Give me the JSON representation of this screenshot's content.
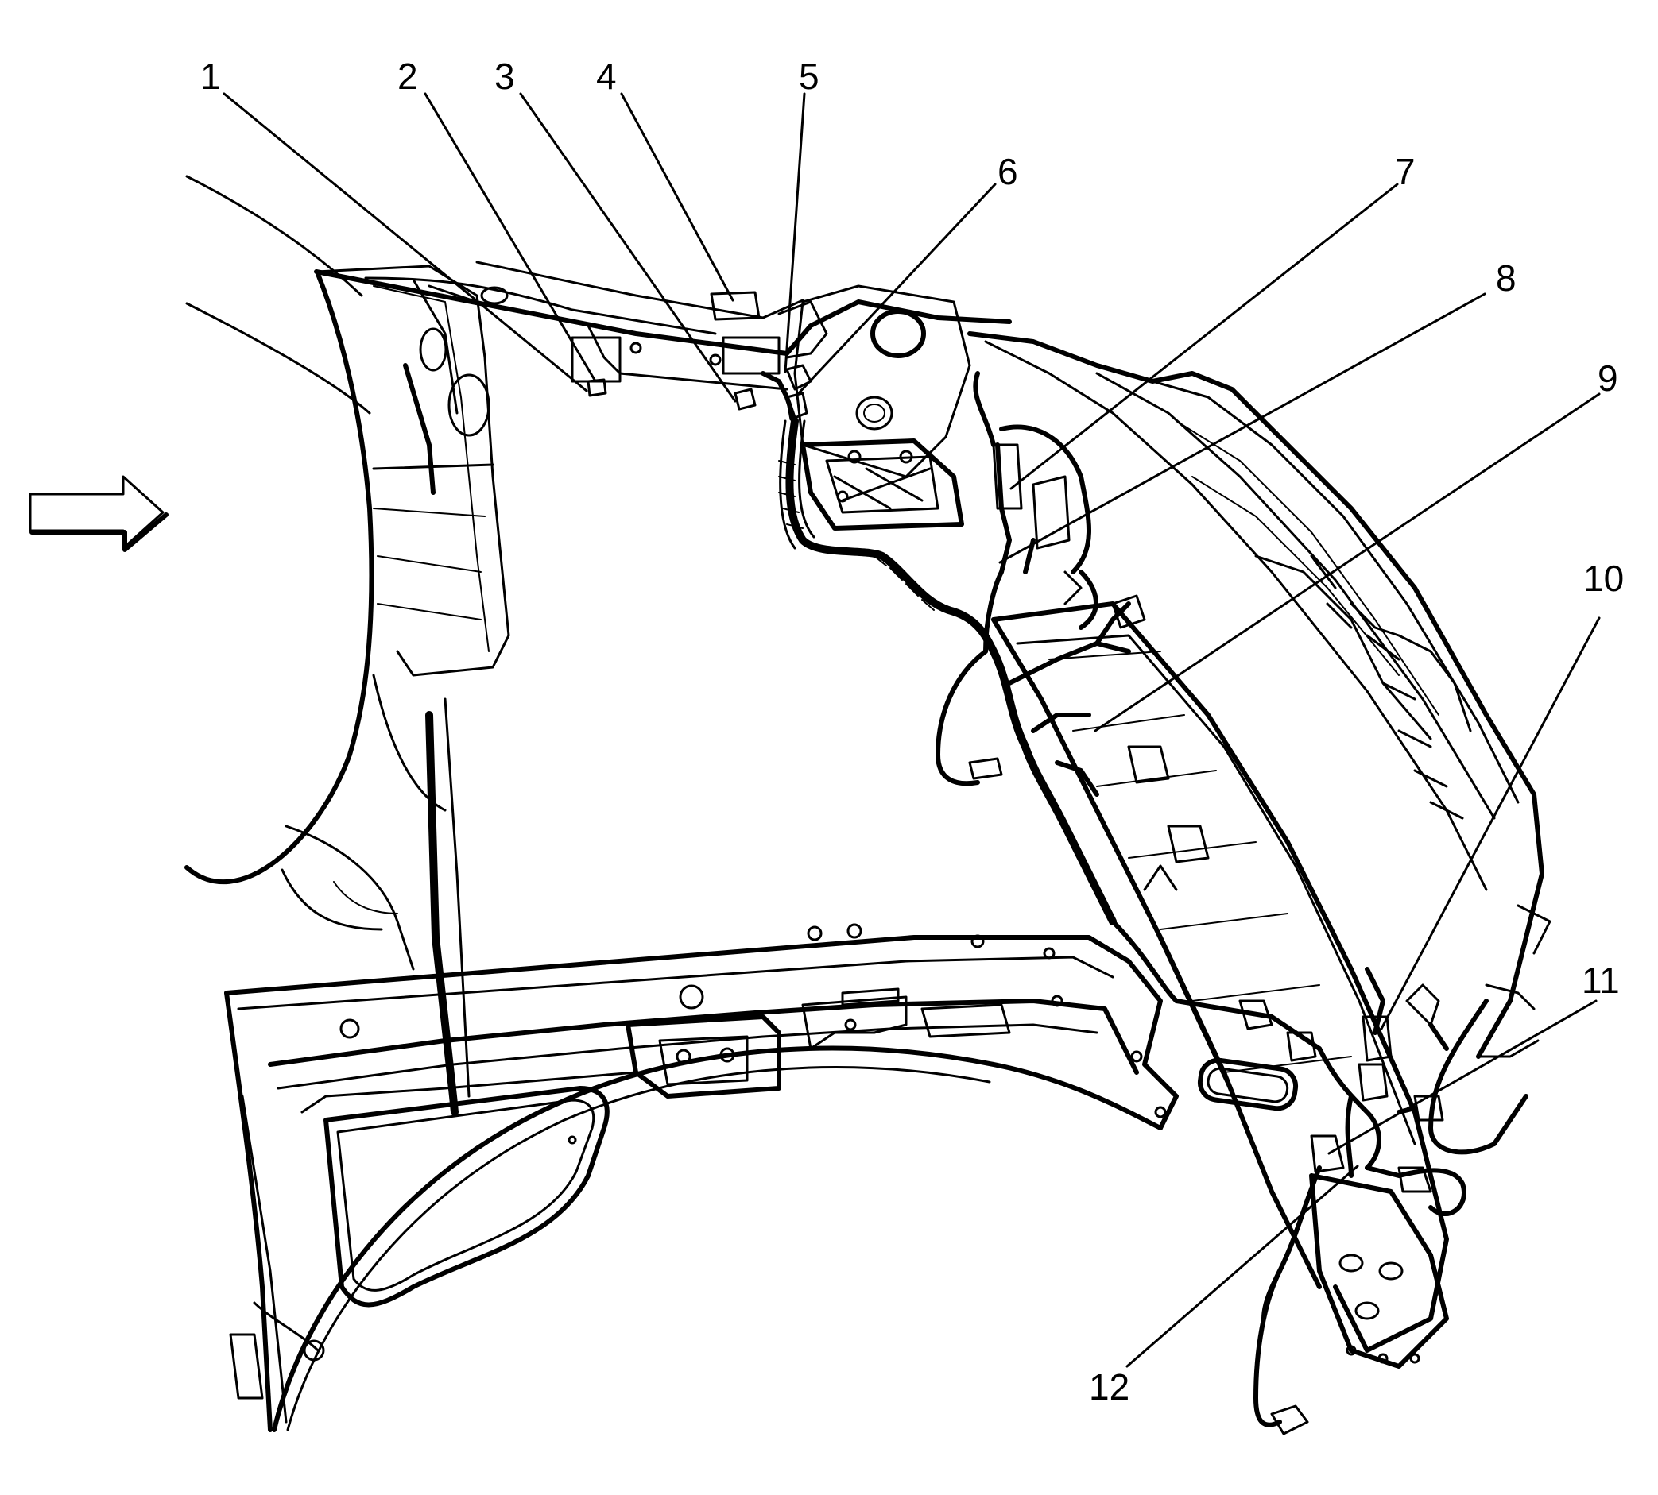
{
  "diagram": {
    "callouts": [
      "1",
      "2",
      "3",
      "4",
      "5",
      "6",
      "7",
      "8",
      "9",
      "10",
      "11",
      "12"
    ],
    "view_arrow_icon": "right-arrow-icon",
    "line_color": "#000000",
    "background": "#ffffff"
  }
}
